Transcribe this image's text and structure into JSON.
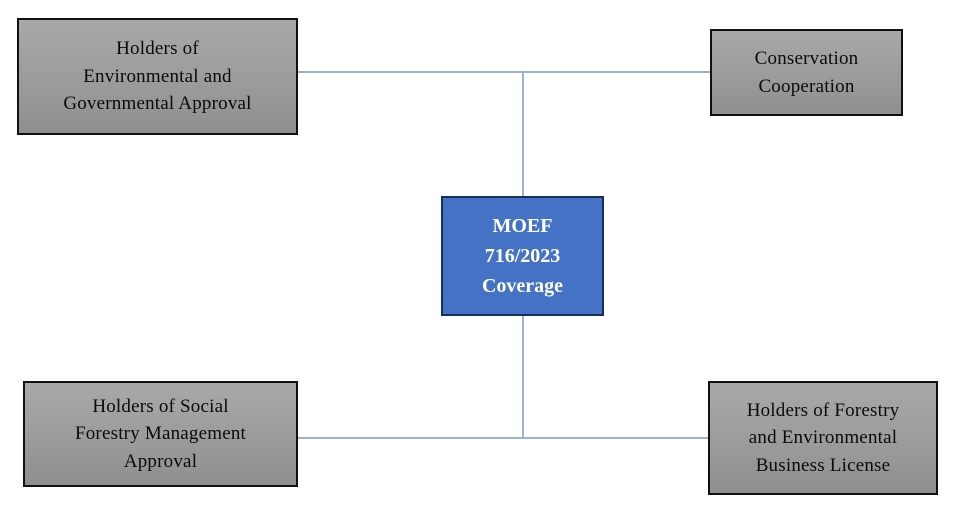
{
  "diagram": {
    "title": "MOEF 716/2023 Coverage",
    "center": {
      "label": "MOEF\n716/2023\nCoverage",
      "background_color": "#4472C4",
      "border_color": "#16305E",
      "text_color": "#FFFFFF"
    },
    "nodes": [
      {
        "id": "top-left",
        "label": "Holders of\nEnvironmental and\nGovernmental Approval",
        "background_color": "#9E9E9E",
        "border_color": "#111111",
        "text_color": "#0A0A0A"
      },
      {
        "id": "top-right",
        "label": "Conservation\nCooperation",
        "background_color": "#9E9E9E",
        "border_color": "#111111",
        "text_color": "#0A0A0A"
      },
      {
        "id": "bottom-left",
        "label": "Holders of Social\nForestry Management\nApproval",
        "background_color": "#9E9E9E",
        "border_color": "#111111",
        "text_color": "#0A0A0A"
      },
      {
        "id": "bottom-right",
        "label": "Holders of Forestry\nand Environmental\nBusiness License",
        "background_color": "#9E9E9E",
        "border_color": "#111111",
        "text_color": "#0A0A0A"
      }
    ],
    "connectors": {
      "color": "#9DB0D6",
      "edges": [
        {
          "from": "top-left",
          "to": "top-right",
          "orientation": "horizontal"
        },
        {
          "from": "bottom-left",
          "to": "bottom-right",
          "orientation": "horizontal"
        },
        {
          "from": "top-connector",
          "to": "center",
          "orientation": "vertical"
        },
        {
          "from": "center",
          "to": "bottom-connector",
          "orientation": "vertical"
        }
      ]
    }
  }
}
